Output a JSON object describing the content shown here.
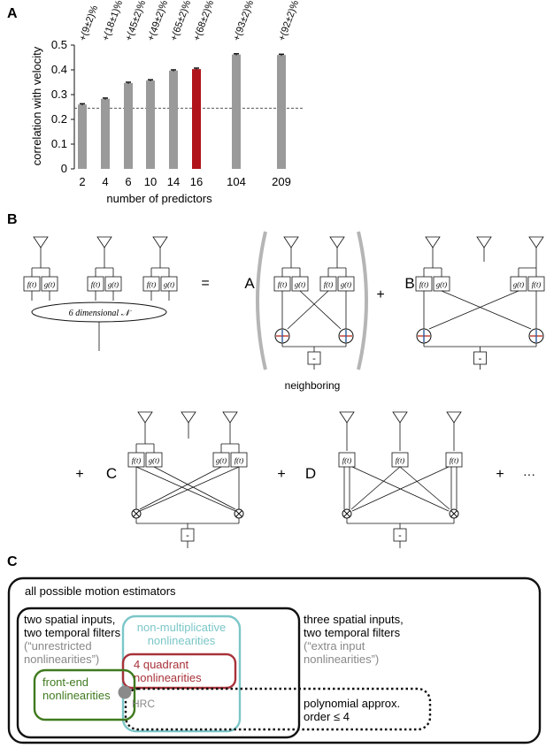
{
  "panels": {
    "a": "A",
    "b": "B",
    "c": "C"
  },
  "chart_data": {
    "type": "bar",
    "xlabel": "number of predictors",
    "ylabel": "correlation with velocity",
    "ylim": [
      0,
      0.5
    ],
    "yticks": [
      "0",
      "0.1",
      "0.2",
      "0.3",
      "0.4",
      "0.5"
    ],
    "categories": [
      "2",
      "4",
      "6",
      "10",
      "14",
      "16",
      "104",
      "209"
    ],
    "values": [
      0.26,
      0.283,
      0.347,
      0.357,
      0.397,
      0.403,
      0.462,
      0.46
    ],
    "errors": [
      0.003,
      0.003,
      0.003,
      0.003,
      0.003,
      0.004,
      0.003,
      0.003
    ],
    "annotations": [
      "+(9±2)%",
      "+(18±1)%",
      "+(45±2)%",
      "+(49±2)%",
      "+(65±2)%",
      "+(68±2)%",
      "+(93±2)%",
      "+(92±2)%"
    ],
    "highlight_category": "16",
    "reference_line": 0.245,
    "colors": {
      "bar": "#9a9a9a",
      "highlight": "#b0141a",
      "reference": "#555555"
    }
  },
  "diagram_b": {
    "filter_f": "f(t)",
    "filter_g": "g(t)",
    "network_label": "6 dimensional 𝒩",
    "equals": "=",
    "plus": "+",
    "ellipsis": "···",
    "minus": "-",
    "term_labels": [
      "A",
      "B",
      "C",
      "D"
    ],
    "neighboring": "neighboring",
    "colors": {
      "red": "#c0392b",
      "blue": "#2c5aa0",
      "paren": "#b5b5b5"
    }
  },
  "diagram_c": {
    "outer": "all possible motion estimators",
    "two_spatial_1": "two spatial inputs,",
    "two_spatial_2": "two temporal filters",
    "two_spatial_3": "(“unrestricted",
    "two_spatial_4": "nonlinearities”)",
    "three_spatial_1": "three spatial inputs,",
    "three_spatial_2": "two temporal filters",
    "three_spatial_3": "(“extra input",
    "three_spatial_4": "nonlinearities”)",
    "nonmult_1": "non-multiplicative",
    "nonmult_2": "nonlinearities",
    "quad_1": "4 quadrant",
    "quad_2": "nonlinearities",
    "frontend_1": "front-end",
    "frontend_2": "nonlinearities",
    "hrc": "HRC",
    "poly_1": "polynomial approx.",
    "poly_2": "order ≤ 4",
    "colors": {
      "teal": "#7cc6c8",
      "red": "#a8323a",
      "green": "#3f7a1f",
      "gray": "#888888"
    }
  }
}
